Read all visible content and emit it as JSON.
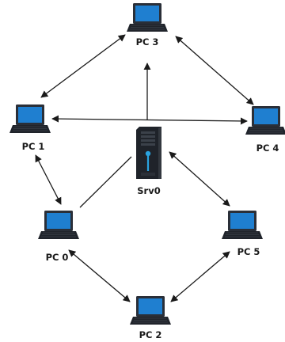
{
  "nodes": {
    "pc0": {
      "label": "PC 0",
      "type": "laptop"
    },
    "pc1": {
      "label": "PC 1",
      "type": "laptop"
    },
    "pc2": {
      "label": "PC 2",
      "type": "laptop"
    },
    "pc3": {
      "label": "PC 3",
      "type": "laptop"
    },
    "pc4": {
      "label": "PC 4",
      "type": "laptop"
    },
    "pc5": {
      "label": "PC 5",
      "type": "laptop"
    },
    "srv0": {
      "label": "Srv0",
      "type": "server"
    }
  },
  "links": [
    {
      "from": "pc1",
      "to": "pc3",
      "bidirectional": true
    },
    {
      "from": "pc3",
      "to": "pc4",
      "bidirectional": true
    },
    {
      "from": "pc1",
      "to": "pc4",
      "bidirectional": true
    },
    {
      "from": "srv0",
      "to": "pc3",
      "bidirectional": false
    },
    {
      "from": "pc1",
      "to": "pc0",
      "bidirectional": true
    },
    {
      "from": "srv0",
      "to": "pc0",
      "bidirectional": false,
      "arrowless": true
    },
    {
      "from": "srv0",
      "to": "pc5",
      "bidirectional": true
    },
    {
      "from": "pc0",
      "to": "pc2",
      "bidirectional": true
    },
    {
      "from": "pc5",
      "to": "pc2",
      "bidirectional": true
    }
  ],
  "colors": {
    "screen_fill": "#1f7fd0",
    "screen_frame": "#2a2f38",
    "keyboard": "#20242b",
    "server_body": "#1f232a",
    "server_accent": "#2aa3e0",
    "line": "#1a1a1a"
  }
}
